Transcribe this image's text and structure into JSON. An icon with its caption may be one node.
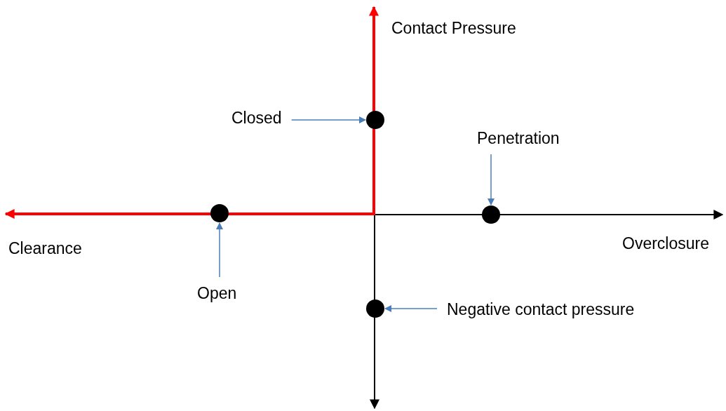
{
  "diagram": {
    "nodes": [
      {
        "text": [
          "Closed"
        ]
      },
      {
        "text": [],
        "shape": "circle"
      },
      {
        "text": [
          "Penetration"
        ]
      },
      {
        "text": [],
        "shape": "circle"
      },
      {
        "text": [],
        "shape": "circle"
      },
      {
        "text": [
          "Open"
        ]
      },
      {
        "text": [],
        "shape": "circle"
      },
      {
        "text": [
          "Negative contact pressure"
        ]
      }
    ],
    "edges": [
      {
        "from": 0,
        "to": 1,
        "arrow": "to"
      },
      {
        "from": 2,
        "to": 3,
        "arrow": "to"
      },
      {
        "from": 5,
        "to": 4,
        "arrow": "to"
      },
      {
        "from": 7,
        "to": 6,
        "arrow": "to"
      }
    ],
    "labels": [
      "Contact Pressure",
      "Clearance",
      "Overclosure"
    ]
  }
}
